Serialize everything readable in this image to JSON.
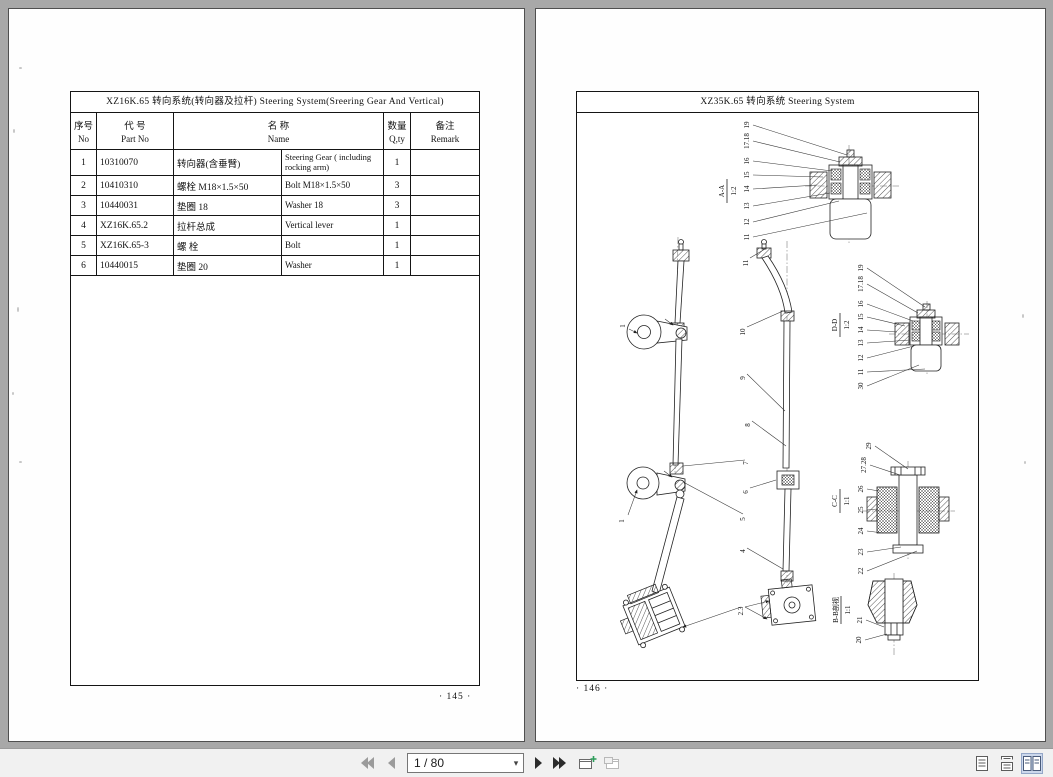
{
  "viewer": {
    "toolbar": {
      "page_indicator": "1 / 80",
      "nav_icons": [
        "first-page",
        "previous-page",
        "next-page",
        "last-page"
      ],
      "action_icons": [
        "open-new-window-add",
        "open-new-window"
      ],
      "view_icons": [
        "single-page-view",
        "continuous-view",
        "two-page-view"
      ],
      "active_view": "two-page-view",
      "accent_green": "#2e9e5b",
      "active_view_bg": "#ccd8ec"
    }
  },
  "left_page": {
    "page_number": "· 145 ·",
    "table": {
      "title": "XZ16K.65  转向系统(转向器及拉杆)  Steering System(Sreering Gear And Vertical)",
      "headers": {
        "no_cn": "序号",
        "no_en": "No",
        "part_cn": "代  号",
        "part_en": "Part No",
        "name_cn": "名    称",
        "name_en": "Name",
        "qty_cn": "数量",
        "qty_en": "Q,ty",
        "remark_cn": "备注",
        "remark_en": "Remark"
      },
      "rows": [
        {
          "no": "1",
          "part_no": "10310070",
          "name_cn": "转向器(含垂臂)",
          "name_en": "Steering Gear ( including rocking arm)",
          "qty": "1",
          "remark": ""
        },
        {
          "no": "2",
          "part_no": "10410310",
          "name_cn": "螺栓 M18×1.5×50",
          "name_en": "Bolt M18×1.5×50",
          "qty": "3",
          "remark": ""
        },
        {
          "no": "3",
          "part_no": "10440031",
          "name_cn": "垫圈 18",
          "name_en": "Washer 18",
          "qty": "3",
          "remark": ""
        },
        {
          "no": "4",
          "part_no": "XZ16K.65.2",
          "name_cn": "拉杆总成",
          "name_en": "Vertical lever",
          "qty": "1",
          "remark": ""
        },
        {
          "no": "5",
          "part_no": "XZ16K.65-3",
          "name_cn": "螺  栓",
          "name_en": "Bolt",
          "qty": "1",
          "remark": ""
        },
        {
          "no": "6",
          "part_no": "10440015",
          "name_cn": "垫圈 20",
          "name_en": "Washer",
          "qty": "1",
          "remark": ""
        }
      ]
    }
  },
  "right_page": {
    "page_number": "· 146 ·",
    "header": "XZ35K.65  转向系统  Steering System",
    "diagram": {
      "main_callouts": [
        "1",
        "1",
        "2.3",
        "4",
        "5",
        "6",
        "7",
        "8",
        "9",
        "10",
        "11"
      ],
      "views": {
        "aa": {
          "name": "A-A",
          "scale": "1:2",
          "callouts": [
            "19",
            "17.18",
            "16",
            "15",
            "14",
            "13",
            "12",
            "11"
          ]
        },
        "dd": {
          "name": "D-D",
          "scale": "1:2",
          "callouts": [
            "19",
            "17.18",
            "16",
            "15",
            "14",
            "13",
            "12",
            "11",
            "30"
          ]
        },
        "cc": {
          "name": "C-C",
          "scale": "1:1",
          "callouts": [
            "29",
            "27.28",
            "26",
            "25",
            "24",
            "23",
            "22"
          ]
        },
        "bb": {
          "name": "B-B剖视",
          "scale": "1:1",
          "callouts": [
            "21",
            "20"
          ]
        }
      }
    }
  }
}
